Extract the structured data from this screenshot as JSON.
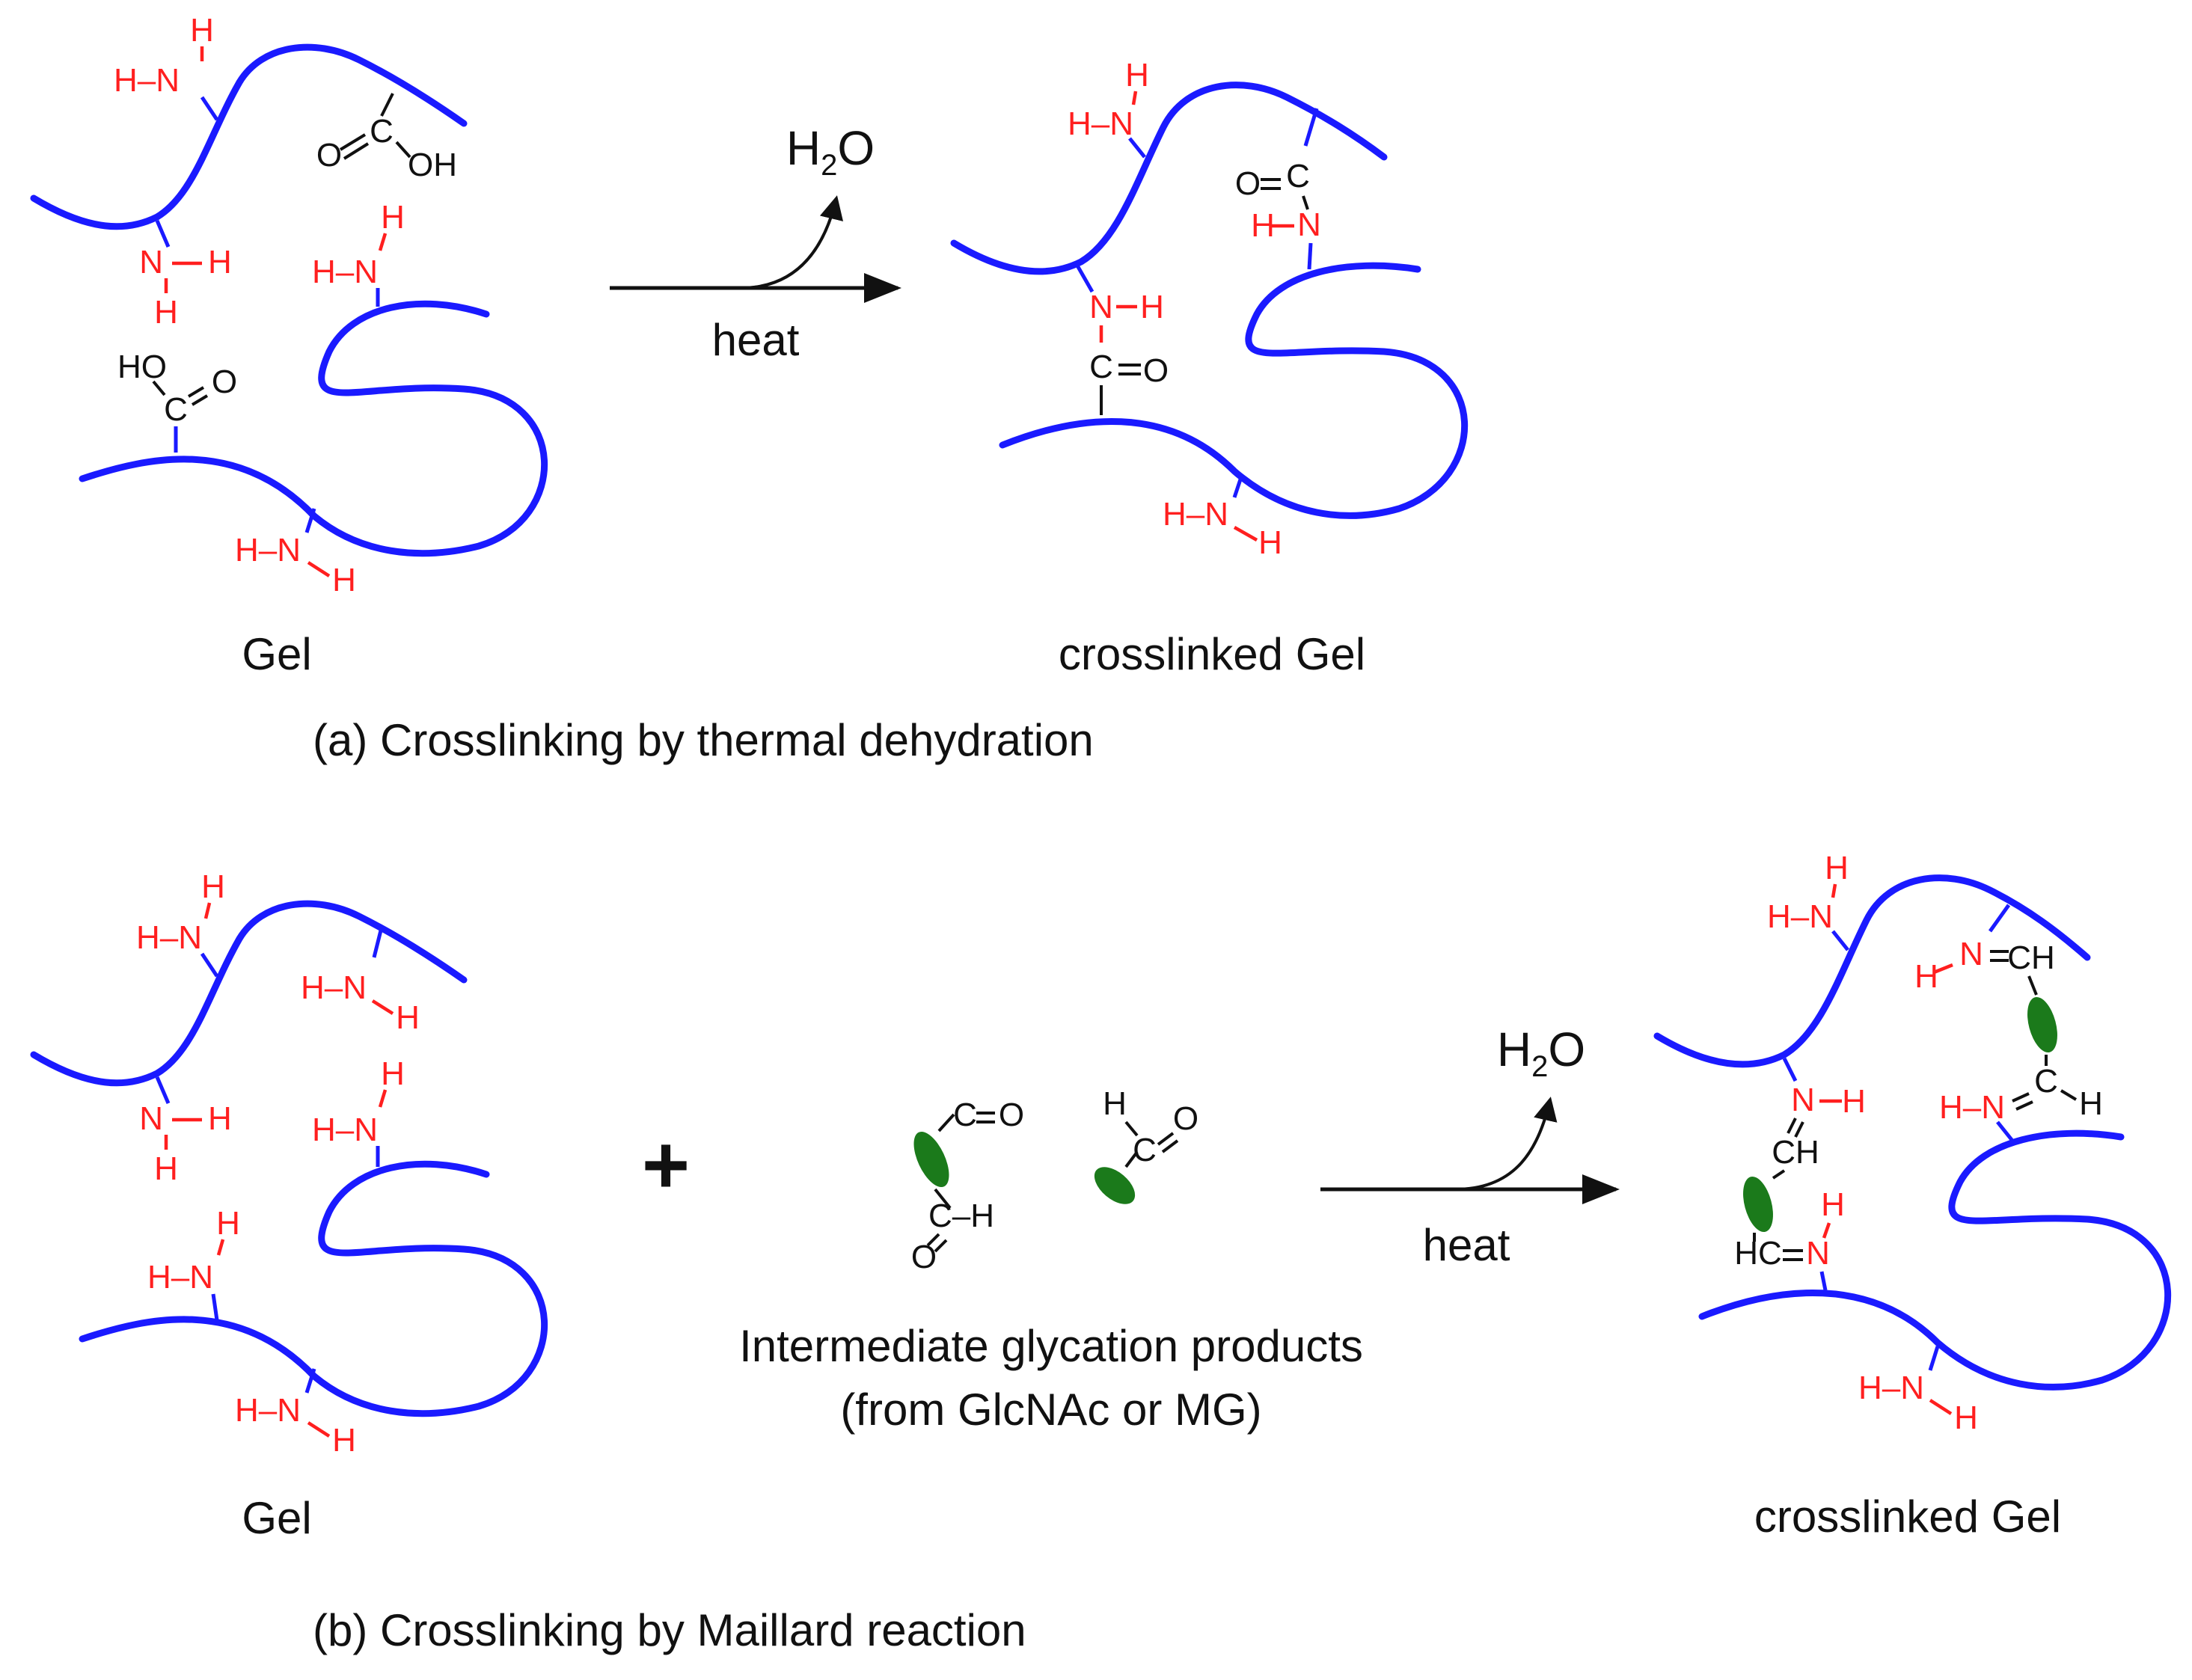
{
  "panel_a": {
    "reactant_label": "Gel",
    "product_label": "crosslinked Gel",
    "arrow_label": "heat",
    "byproduct": {
      "main": "H",
      "subscript": "2",
      "tail": "O"
    },
    "caption": "(a) Crosslinking by thermal dehydration"
  },
  "panel_b": {
    "reactant_label": "Gel",
    "plus_sign": "+",
    "intermediate_label_line1": "Intermediate glycation products",
    "intermediate_label_line2": "(from GlcNAc or MG)",
    "arrow_label": "heat",
    "byproduct": {
      "main": "H",
      "subscript": "2",
      "tail": "O"
    },
    "product_label": "crosslinked Gel",
    "caption": "(b) Crosslinking by Maillard reaction"
  },
  "atoms": {
    "H": "H",
    "N": "N",
    "HN": "H–N",
    "NH": "N–H",
    "C": "C",
    "O": "O",
    "OH": "OH",
    "HO": "HO",
    "CH": "CH",
    "CH2": "C–H",
    "HC": "HC"
  },
  "colors": {
    "polymer_chain": "#1a1aff",
    "amine_groups": "#ff1f1f",
    "carbonyl_groups": "#111111",
    "glycation_residue": "#1b7a1b"
  }
}
